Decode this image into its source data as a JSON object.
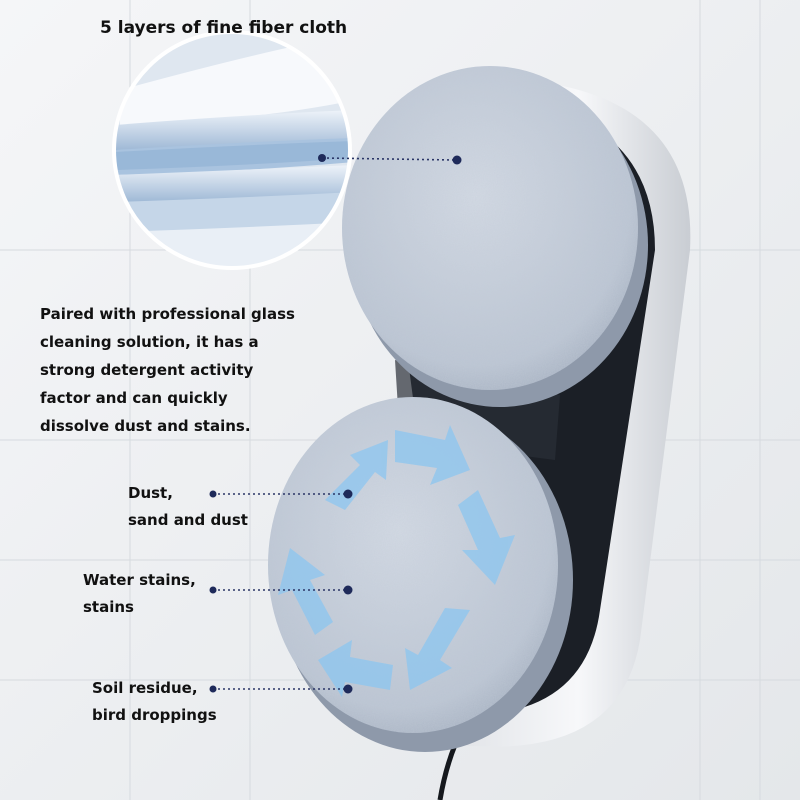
{
  "title": "5 layers of fine fiber cloth",
  "description_lines": [
    "Paired with professional glass",
    "cleaning solution, it has a",
    "strong detergent activity",
    "factor and can quickly",
    "dissolve dust and stains."
  ],
  "callouts": [
    {
      "lines": [
        "Dust,",
        "sand and dust"
      ]
    },
    {
      "lines": [
        "Water stains,",
        "stains"
      ]
    },
    {
      "lines": [
        "Soil residue,",
        "bird droppings"
      ]
    }
  ],
  "colors": {
    "dot": "#1e2a5a",
    "pad": "#b9c4d2",
    "body_dark": "#1b1f26",
    "body_shell": "#f4f5f7",
    "arrow": "#8cc6f0"
  }
}
